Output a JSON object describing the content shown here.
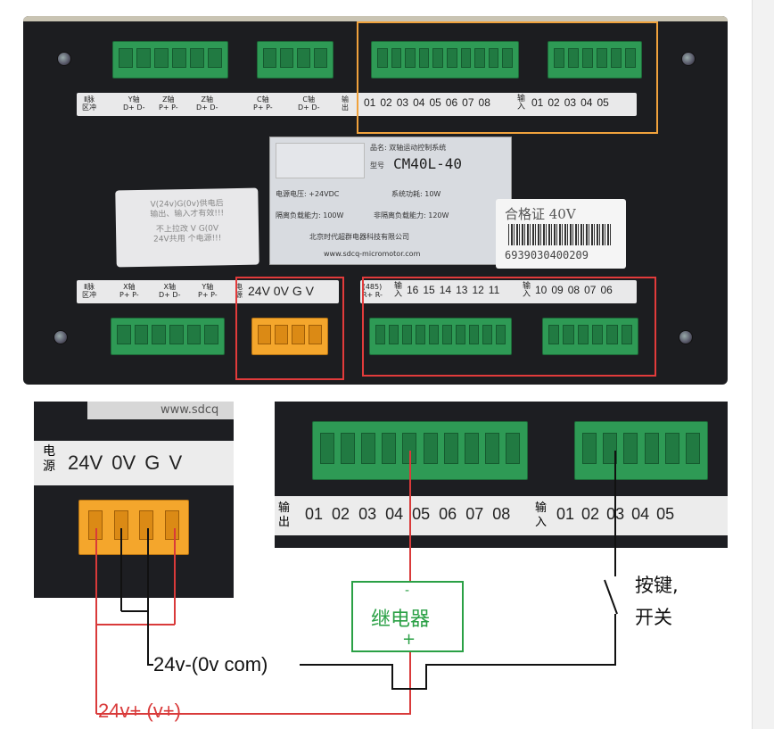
{
  "main_panel": {
    "top_axis_labels": [
      {
        "top": "Ⅱ脉",
        "bottom": "区冲"
      },
      {
        "top": "Y轴",
        "bottom": "D+ D-"
      },
      {
        "top": "Z轴",
        "bottom": "P+ P-"
      },
      {
        "top": "Z轴",
        "bottom": "D+ D-"
      },
      {
        "top": "C轴",
        "bottom": "P+ P-"
      },
      {
        "top": "C轴",
        "bottom": "D+ D-"
      },
      {
        "top": "输",
        "bottom": "出"
      }
    ],
    "output_numbers": [
      "01",
      "02",
      "03",
      "04",
      "05",
      "06",
      "07",
      "08"
    ],
    "input_top_label": {
      "top": "输",
      "bottom": "入"
    },
    "input_top_numbers": [
      "01",
      "02",
      "03",
      "04",
      "05"
    ],
    "bottom_axis_labels": [
      {
        "top": "Ⅱ脉",
        "bottom": "区冲"
      },
      {
        "top": "X轴",
        "bottom": "P+ P-"
      },
      {
        "top": "X轴",
        "bottom": "D+ D-"
      },
      {
        "top": "Y轴",
        "bottom": "P+ P-"
      },
      {
        "top": "电",
        "bottom": "源"
      }
    ],
    "power_labels": "24V 0V G V",
    "rs485": {
      "top": "(485)",
      "bottom": "R+ R-"
    },
    "input_bottom_label": {
      "top": "输",
      "bottom": "入"
    },
    "input_bottom_numbers_a": [
      "16",
      "15",
      "14",
      "13",
      "12",
      "11"
    ],
    "input_bottom_numbers_b": [
      "10",
      "09",
      "08",
      "07",
      "06"
    ],
    "nameplate": {
      "product_name": "品名: 双轴运动控制系统",
      "model_label": "型号",
      "model": "CM40L-40",
      "voltage": "电源电压: +24VDC",
      "power": "系统功耗: 10W",
      "iso_load": "隔离负载能力: 100W",
      "noniso_load": "非隔离负载能力: 120W",
      "company": "北京时代超群电器科技有限公司",
      "website": "www.sdcq-micromotor.com"
    },
    "certificate": {
      "title": "合格证 40V",
      "barcode_number": "6939030400209"
    },
    "warning_sticker": [
      "V(24v)G(0v)供电后",
      "输出、输入才有效!!!",
      "不上拉改 V G(0V",
      "24V共用 个电源!!!"
    ]
  },
  "closeup_power": {
    "header_text": "www.sdcq",
    "side_label": {
      "top": "电",
      "bottom": "源"
    },
    "labels": "24V 0V G V"
  },
  "closeup_io": {
    "output_label": {
      "top": "输",
      "bottom": "出"
    },
    "output_numbers": [
      "01",
      "02",
      "03",
      "04",
      "05",
      "06",
      "07",
      "08"
    ],
    "input_label": {
      "top": "输",
      "bottom": "入"
    },
    "input_numbers": [
      "01",
      "02",
      "03",
      "04",
      "05"
    ]
  },
  "annotations": {
    "relay_minus": "-",
    "relay_name": "继电器",
    "relay_plus": "+",
    "switch_label_line1": "按键,",
    "switch_label_line2": "开关",
    "ground_label": "24v-(0v com)",
    "positive_label": "24v+ (v+)"
  },
  "colors": {
    "terminal_green": "#2e9a55",
    "terminal_orange": "#f4a62c",
    "highlight_orange": "#f0a23c",
    "highlight_red": "#e23b3b",
    "wire_red": "#d93a3a",
    "wire_black": "#111111",
    "relay_green": "#2aa045"
  }
}
